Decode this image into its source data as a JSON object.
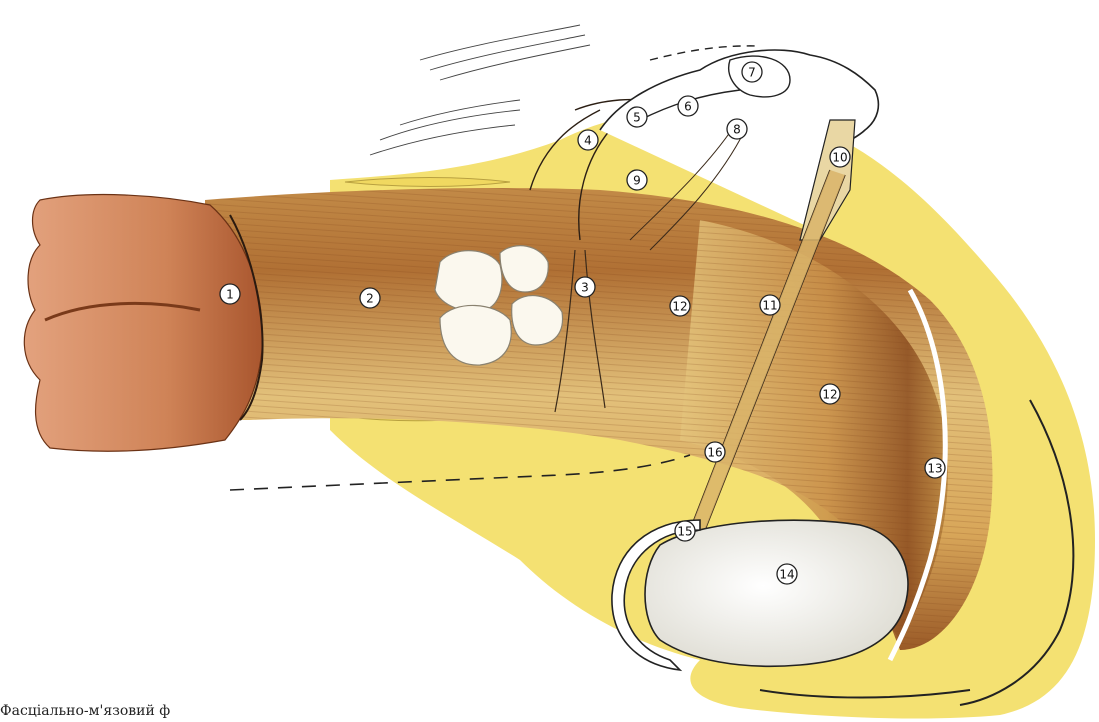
{
  "caption": "Фасціально-м'язовий ф",
  "labels": [
    "1",
    "2",
    "3",
    "4",
    "5",
    "6",
    "7",
    "8",
    "9",
    "10",
    "11",
    "12",
    "12",
    "13",
    "14",
    "15",
    "16"
  ],
  "colors": {
    "fat": "#f4e172",
    "muscle_dark": "#8a4a1e",
    "muscle_mid": "#c98a42",
    "muscle_light": "#e6c06a",
    "lips": "#d89068",
    "teeth": "#fbf8ee",
    "bone": "#f7f6f1"
  }
}
